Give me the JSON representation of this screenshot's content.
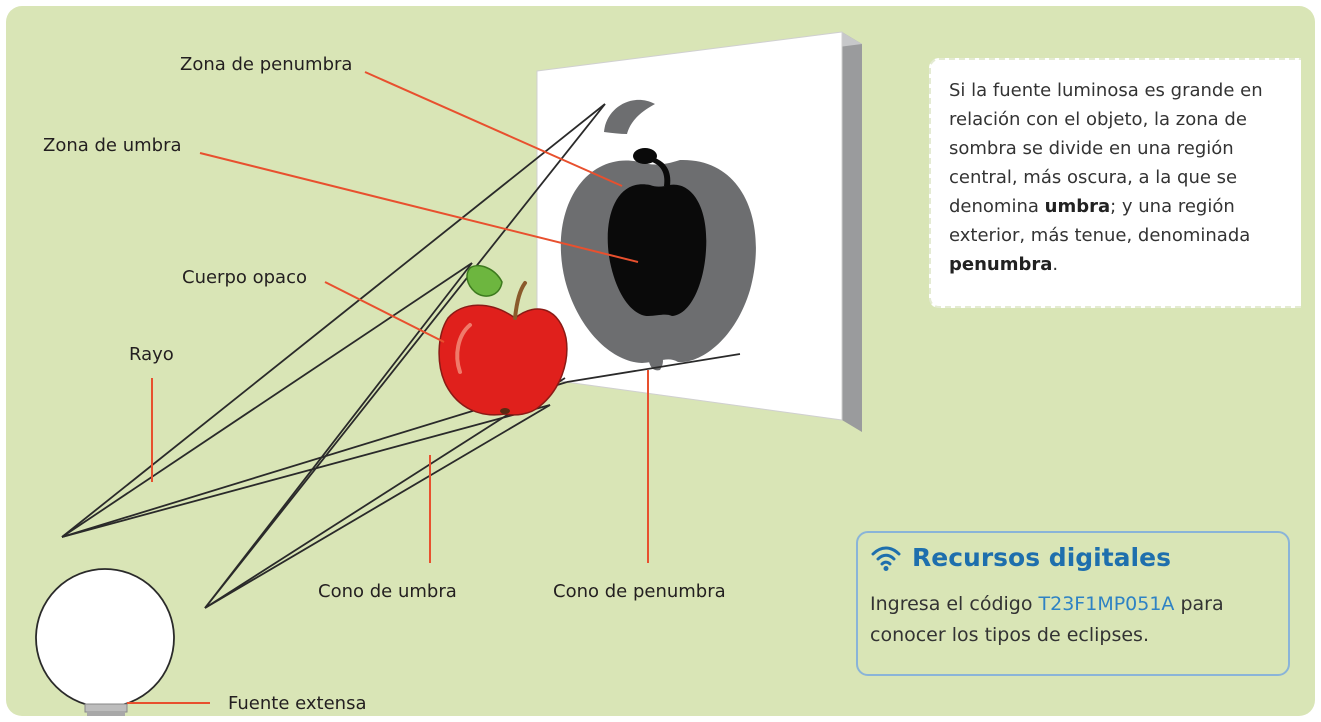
{
  "labels": {
    "zona_penumbra": "Zona de penumbra",
    "zona_umbra": "Zona de umbra",
    "cuerpo_opaco": "Cuerpo opaco",
    "rayo": "Rayo",
    "cono_umbra": "Cono de umbra",
    "cono_penumbra": "Cono de penumbra",
    "fuente_extensa": "Fuente extensa"
  },
  "callout": {
    "text_1": "Si la fuente luminosa es grande en relación con el objeto, la zona de sombra se divide en una región central, más oscura, a la que se denomina ",
    "bold_1": "umbra",
    "text_2": "; y una región exterior, más tenue, denominada ",
    "bold_2": "penumbra",
    "text_3": "."
  },
  "resources": {
    "icon": "wifi-icon",
    "title": "Recursos digitales",
    "text_before": "Ingresa el código ",
    "code": "T23F1MP051A",
    "text_after": " para conocer los tipos de eclipses."
  },
  "colors": {
    "background": "#d9e5b6",
    "leader_line": "#e8502e",
    "umbra": "#0a0a0a",
    "penumbra": "#6d6e70",
    "apple": "#e0201c",
    "accent_blue": "#1e6fad"
  }
}
